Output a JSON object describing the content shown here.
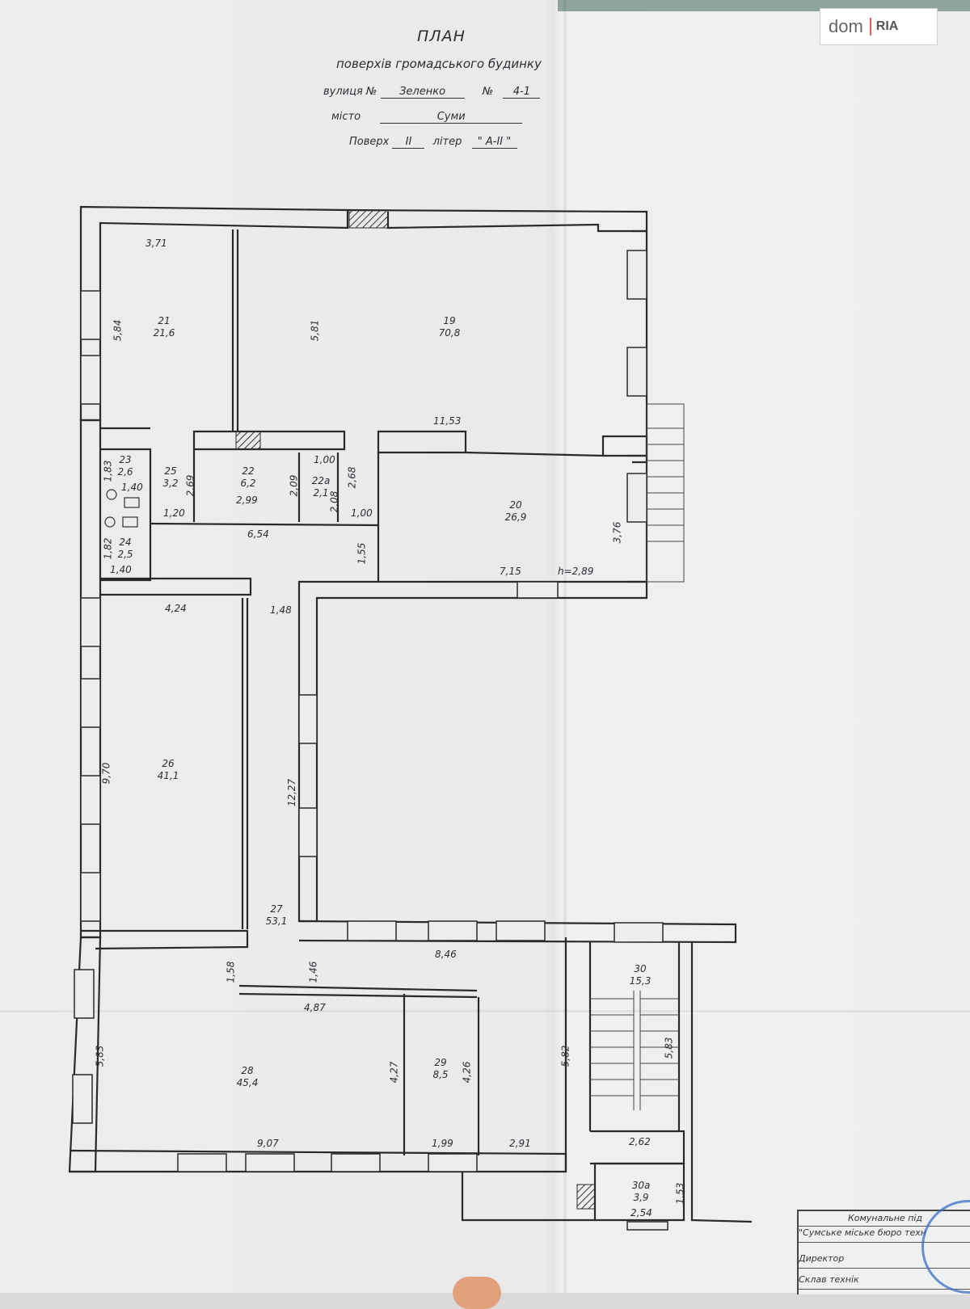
{
  "watermark": {
    "text_left": "dom",
    "text_right": "RIA"
  },
  "header": {
    "title": "ПЛАН",
    "subtitle": "поверхів громадського будинку",
    "street_label": "вулиця №",
    "street_value": "Зеленко",
    "number_label": "№",
    "number_value": "4-1",
    "city_label": "місто",
    "city_value": "Суми",
    "floor_label": "Поверх",
    "floor_value": "II",
    "letter_label": "літер",
    "letter_value": "\" А-ІІ \""
  },
  "rooms": [
    {
      "number": "21",
      "area": "21,6"
    },
    {
      "number": "19",
      "area": "70,8"
    },
    {
      "number": "23",
      "area": "2,6"
    },
    {
      "number": "25",
      "area": "3,2"
    },
    {
      "number": "22",
      "area": "6,2"
    },
    {
      "number": "22а",
      "area": "2,1"
    },
    {
      "number": "20",
      "area": "26,9"
    },
    {
      "number": "24",
      "area": "2,5"
    },
    {
      "number": "26",
      "area": "41,1"
    },
    {
      "number": "27",
      "area": "53,1"
    },
    {
      "number": "30",
      "area": "15,3"
    },
    {
      "number": "28",
      "area": "45,4"
    },
    {
      "number": "29",
      "area": "8,5"
    },
    {
      "number": "30а",
      "area": "3,9"
    }
  ],
  "dimensions": {
    "d1": "3,71",
    "d2": "5,84",
    "d3": "5,81",
    "d4": "11,53",
    "d5": "1,83",
    "d6": "1,40",
    "d7": "2,69",
    "d8": "2,99",
    "d9": "2,09",
    "d10": "1,00",
    "d11": "2,08",
    "d12": "2,68",
    "d13": "1,20",
    "d14": "1,00",
    "d15": "6,54",
    "d16": "1,82",
    "d17": "1,40",
    "d18": "1,55",
    "d19": "3,76",
    "d20": "7,15",
    "d21": "h=2,89",
    "d22": "4,24",
    "d23": "1,48",
    "d24": "9,70",
    "d25": "12,27",
    "d26": "8,46",
    "d27": "1,58",
    "d28": "1,46",
    "d29": "4,87",
    "d30": "5,83",
    "d31": "4,27",
    "d32": "4,26",
    "d33": "5,82",
    "d34": "5,83",
    "d35": "9,07",
    "d36": "1,99",
    "d37": "2,91",
    "d38": "2,62",
    "d39": "1,53",
    "d40": "2,54"
  },
  "stamp": {
    "org_line1": "Комунальне під",
    "org_line2": "\"Сумське міське бюро техн",
    "role_1": "Директор",
    "role_2": "Склав технік"
  }
}
